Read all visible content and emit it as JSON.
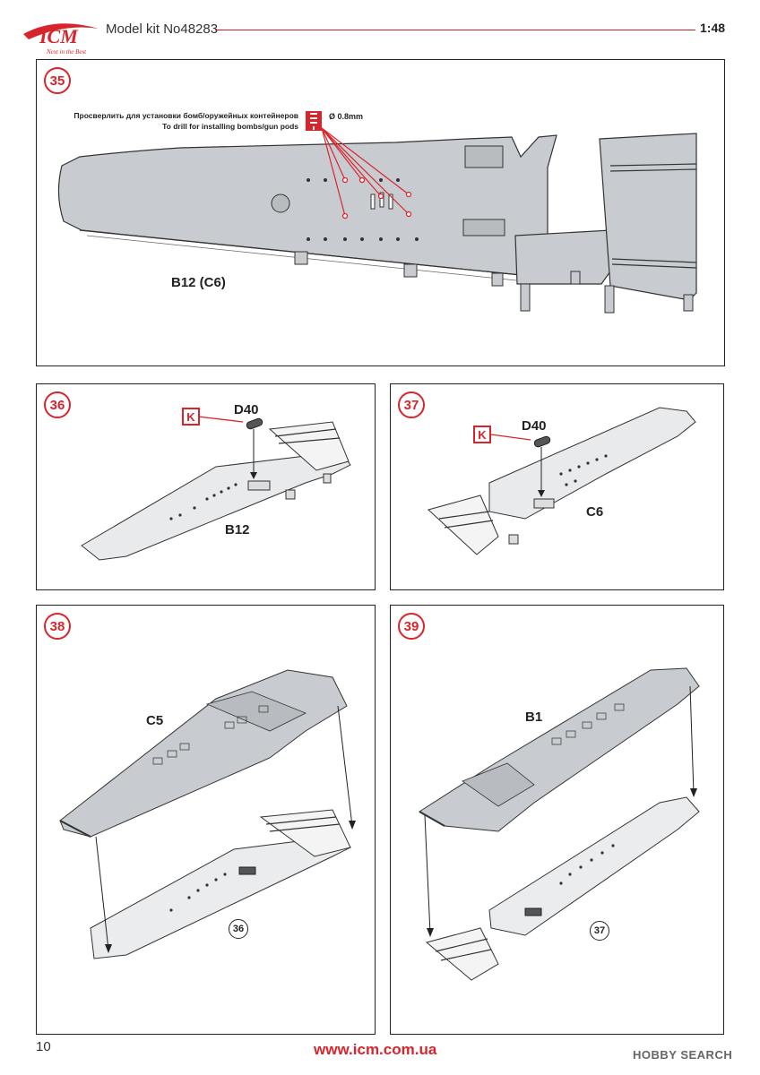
{
  "header": {
    "brand": "ICM",
    "tagline": "Next in the Best",
    "title": "Model kit No48283",
    "scale": "1:48"
  },
  "steps": [
    {
      "number": "35",
      "part_label": "B12 (C6)",
      "instruction_ru": "Просверлить для установки бомб/оружейных контейнеров",
      "instruction_en": "To drill for installing bombs/gun pods",
      "drill_size": "Ø 0.8mm"
    },
    {
      "number": "36",
      "part_label": "B12",
      "detail_label": "D40",
      "marker": "K"
    },
    {
      "number": "37",
      "part_label": "C6",
      "detail_label": "D40",
      "marker": "K"
    },
    {
      "number": "38",
      "part_label": "C5",
      "ref_step": "36"
    },
    {
      "number": "39",
      "part_label": "B1",
      "ref_step": "37"
    }
  ],
  "footer": {
    "page_number": "10",
    "website": "www.icm.com.ua",
    "watermark": "HOBBY SEARCH"
  },
  "colors": {
    "accent_red": "#d8252c",
    "part_gray": "#c8ccd0",
    "border": "#222222"
  }
}
